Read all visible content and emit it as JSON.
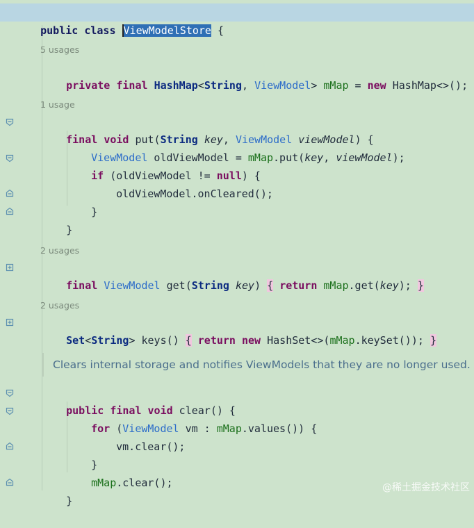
{
  "editor": {
    "class_line": {
      "public": "public",
      "class": "class",
      "name": "ViewModelStore",
      "brace": "{"
    },
    "hints": {
      "map_usages": "5 usages",
      "put_usages": "1 usage",
      "get_usages": "2 usages",
      "keys_usages": "2 usages"
    },
    "field_line": {
      "private": "private",
      "final": "final",
      "hashmap": "HashMap",
      "lt": "<",
      "string": "String",
      "comma": ", ",
      "viewmodel": "ViewModel",
      "gt": "> ",
      "mmap": "mMap",
      "eq": " = ",
      "new": "new",
      "hashmap2": "HashMap",
      "tail": "<>();"
    },
    "put_sig": {
      "final": "final",
      "void": "void",
      "name": "put(",
      "string": "String",
      "key": "key",
      "comma": ", ",
      "viewmodel": "ViewModel",
      "vm": "viewModel",
      "tail": ") {"
    },
    "put_l1": {
      "viewmodel": "ViewModel",
      "text": " oldViewModel = ",
      "mmap": "mMap",
      "call": ".put(",
      "key": "key",
      "comma": ", ",
      "vm": "viewModel",
      "tail": ");"
    },
    "put_l2": {
      "if": "if",
      "text": " (oldViewModel != ",
      "null": "null",
      "tail": ") {"
    },
    "put_l3": {
      "text": "oldViewModel.onCleared();"
    },
    "close_brace": "}",
    "get_line": {
      "final": "final",
      "viewmodel": "ViewModel",
      "name": " get(",
      "string": "String",
      "key": "key",
      "paren": ") ",
      "lbrace": "{",
      "return": "return",
      "mmap": "mMap",
      "call": ".get(",
      "key2": "key",
      "tail": "); ",
      "rbrace": "}"
    },
    "keys_line": {
      "set": "Set",
      "lt": "<",
      "string": "String",
      "gt": "> keys() ",
      "lbrace": "{",
      "return": "return",
      "new": "new",
      "hashset": "HashSet",
      "tail1": "<>(",
      "mmap": "mMap",
      "tail2": ".keySet()); ",
      "rbrace": "}"
    },
    "doc_comment": "Clears internal storage and notifies ViewModels that they are no longer used.",
    "clear_sig": {
      "public": "public",
      "final": "final",
      "void": "void",
      "tail": " clear() {"
    },
    "clear_l1": {
      "for": "for",
      "open": " (",
      "viewmodel": "ViewModel",
      "text": " vm : ",
      "mmap": "mMap",
      "tail": ".values()) {"
    },
    "clear_l2": {
      "text": "vm.clear();"
    },
    "clear_l4": {
      "mmap": "mMap",
      "tail": ".clear();"
    },
    "watermark": "@稀土掘金技术社区"
  }
}
